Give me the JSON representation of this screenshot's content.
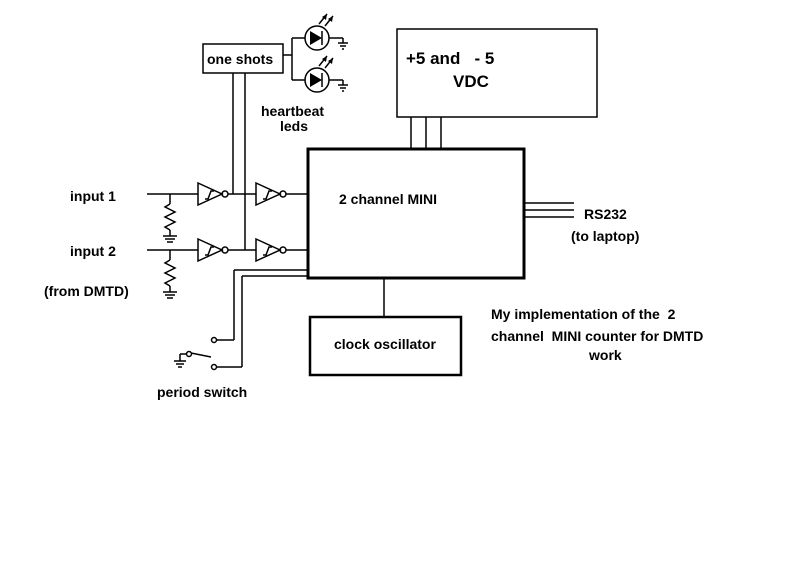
{
  "labels": {
    "one_shots": "one shots",
    "heartbeat_line1": "heartbeat",
    "heartbeat_line2": "leds",
    "power_line1": "+5 and   - 5",
    "power_line2": "VDC",
    "mini": "2 channel MINI",
    "rs232": "RS232",
    "to_laptop": "(to laptop)",
    "input1": "input 1",
    "input2": "input 2",
    "from_dmtd": "(from DMTD)",
    "clock": "clock oscillator",
    "period_switch": "period switch",
    "caption_line1": "My implementation of the  2",
    "caption_line2": "channel  MINI counter for DMTD",
    "caption_line3": "work"
  },
  "icons": {
    "buffer": "schmitt-trigger-inverter-icon",
    "resistor": "resistor-icon",
    "ground": "ground-icon",
    "led": "led-icon",
    "switch": "spdt-switch-icon"
  },
  "colors": {
    "ink": "#000000",
    "background": "#ffffff"
  }
}
